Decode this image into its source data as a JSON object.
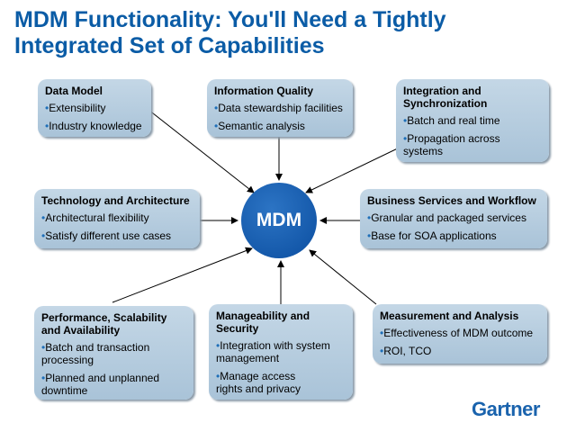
{
  "title_line1": "MDM Functionality: You'll Need a Tightly",
  "title_line2": "Integrated Set of Capabilities",
  "center": "MDM",
  "logo": "Gartner",
  "boxes": [
    {
      "title": "Data Model",
      "items": [
        "Extensibility",
        "Industry knowledge"
      ]
    },
    {
      "title": "Information Quality",
      "items": [
        "Data stewardship facilities",
        "Semantic analysis"
      ]
    },
    {
      "title": "Integration and Synchronization",
      "items": [
        "Batch and real time",
        "Propagation across systems"
      ]
    },
    {
      "title": "Technology and Architecture",
      "items": [
        "Architectural flexibility",
        "Satisfy different use cases"
      ]
    },
    {
      "title": "Business Services and Workflow",
      "items": [
        "Granular and packaged services",
        "Base for SOA applications"
      ]
    },
    {
      "title": "Performance, Scalability and Availability",
      "items": [
        "Batch and transaction processing",
        "Planned and unplanned downtime"
      ]
    },
    {
      "title": "Manageability and Security",
      "items": [
        "Integration with system management",
        "Manage access rights and privacy"
      ]
    },
    {
      "title": "Measurement and Analysis",
      "items": [
        "Effectiveness of MDM outcome",
        "ROI, TCO"
      ]
    }
  ]
}
